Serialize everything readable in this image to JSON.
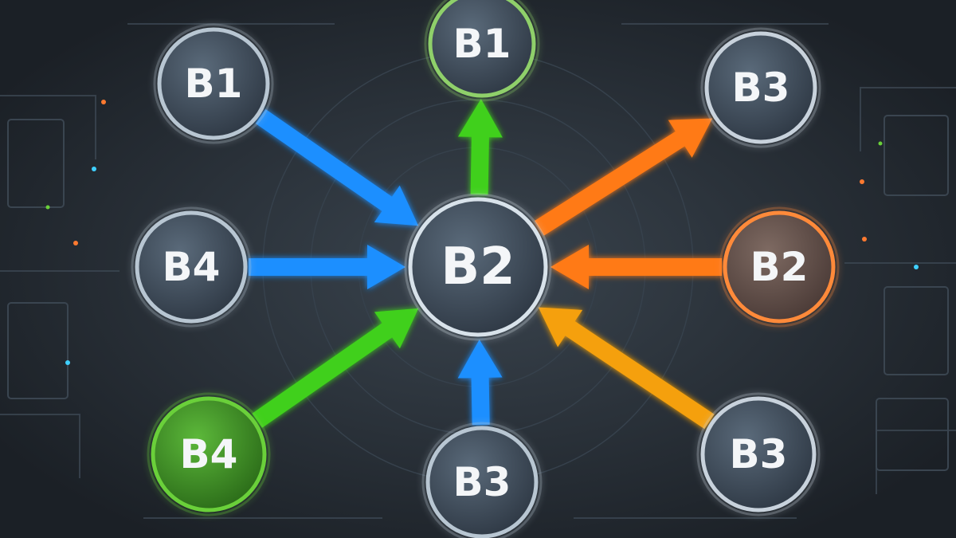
{
  "diagram": {
    "center": {
      "label": "B2"
    },
    "nodes": [
      {
        "label": "B1",
        "ring": "#b8c6d2",
        "flow": "in",
        "arrow": "#1f8fff"
      },
      {
        "label": "B1",
        "ring": "#8fd06a",
        "flow": "out",
        "arrow": "#3fd01c"
      },
      {
        "label": "B3",
        "ring": "#c8d2dc",
        "flow": "out",
        "arrow": "#ff7a12"
      },
      {
        "label": "B4",
        "ring": "#b8c6d2",
        "flow": "in",
        "arrow": "#1f8fff"
      },
      {
        "label": "B2",
        "ring": "#ff8a3a",
        "flow": "in",
        "arrow": "#ff7a12"
      },
      {
        "label": "B4",
        "ring": "#6ad03a",
        "flow": "in",
        "arrow": "#3fd01c"
      },
      {
        "label": "B3",
        "ring": "#b8c6d2",
        "flow": "in",
        "arrow": "#1f8fff"
      },
      {
        "label": "B3",
        "ring": "#c8d2dc",
        "flow": "in",
        "arrow": "#f5a010"
      }
    ]
  },
  "colors": {
    "background": "#23292f",
    "node_fill": "#3e4a58",
    "node_fill_green": "#3d8a28",
    "node_fill_orange": "#7a5a4a",
    "center_ring": "#d8e2ea"
  }
}
